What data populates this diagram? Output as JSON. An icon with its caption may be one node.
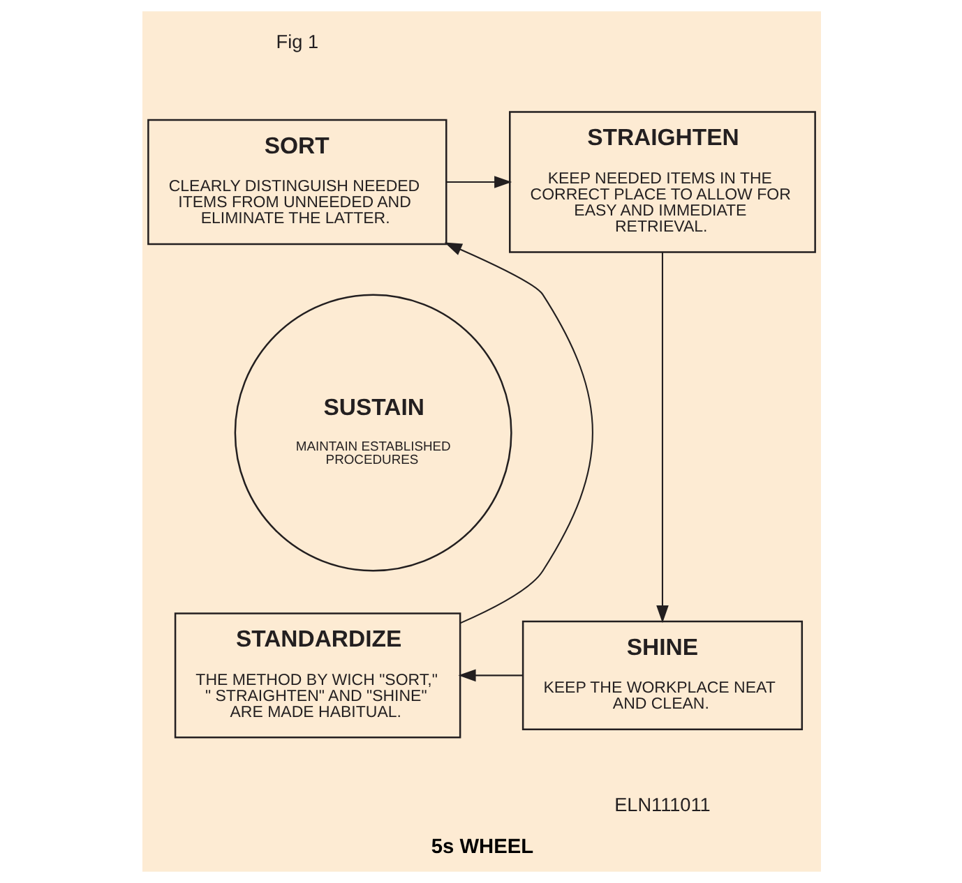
{
  "diagram": {
    "caption": "5s WHEEL",
    "nodes": [
      {
        "text": [
          "SORT",
          "CLEARLY DISTINGUISH NEEDED ITEMS FROM UNNEEDED AND ELIMINATE THE LATTER."
        ]
      },
      {
        "text": [
          "STRAIGHTEN",
          "KEEP NEEDED ITEMS IN THE CORRECT PLACE TO ALLOW FOR EASY AND IMMEDIATE RETRIEVAL."
        ]
      },
      {
        "text": [
          "SUSTAIN",
          "MAINTAIN ESTABLISHED PROCEDURES"
        ]
      },
      {
        "text": [
          "STANDARDIZE",
          "THE METHOD BY WICH \"SORT,\" \" STRAIGHTEN\" AND \"SHINE\" ARE MADE HABITUAL."
        ]
      },
      {
        "text": [
          "SHINE",
          "KEEP THE WORKPLACE NEAT AND CLEAN."
        ]
      }
    ],
    "edges": [
      {
        "from": 0,
        "to": 1,
        "arrow": "to"
      },
      {
        "from": 1,
        "to": 4,
        "arrow": "to"
      },
      {
        "from": 4,
        "to": 3,
        "arrow": "to"
      },
      {
        "from": 3,
        "to": 0,
        "arrow": "to"
      }
    ],
    "labels": [
      "Fig 1",
      "ELN111011"
    ]
  }
}
